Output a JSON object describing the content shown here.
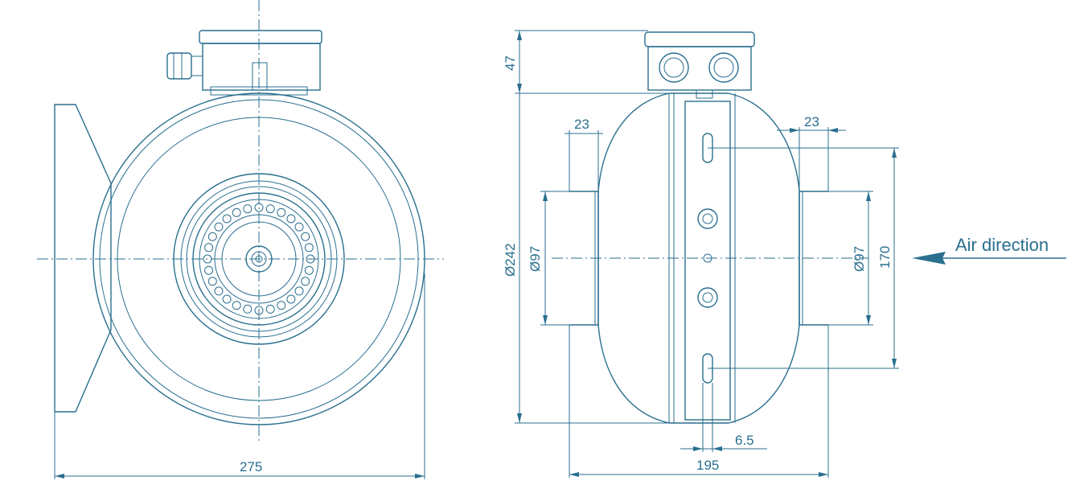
{
  "dimensions": {
    "front_width": "275",
    "terminal_box_height": "47",
    "body_diameter": "Ø242",
    "left_spigot_diameter": "Ø97",
    "left_spigot_length": "23",
    "right_spigot_length": "23",
    "right_spigot_diameter": "Ø97",
    "slot_spacing": "170",
    "slot_width": "6.5",
    "side_length": "195"
  },
  "labels": {
    "air_direction": "Air direction"
  },
  "colors": {
    "line": "#2a6f8f",
    "background": "#ffffff"
  }
}
